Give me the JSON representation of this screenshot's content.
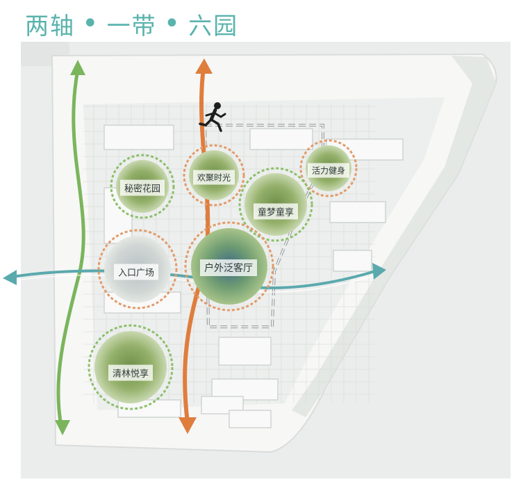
{
  "header": {
    "title_part1": "两轴",
    "title_part2": "一带",
    "title_part3": "六园",
    "separator": "•"
  },
  "zones": {
    "secret_garden": "秘密花园",
    "joy_time": "欢聚时光",
    "vitality_fitness": "活力健身",
    "dream_pavilion": "童梦童享",
    "entrance_plaza": "入口广场",
    "outdoor_lounge": "户外泛客厅",
    "forest_pavilion": "清林悦享"
  },
  "colors": {
    "green_axis": "#7ab55c",
    "orange_axis": "#df7d3d",
    "teal_axis": "#5aa9ad",
    "title": "#5ab3ad"
  },
  "icons": {
    "runner": "runner-icon"
  }
}
